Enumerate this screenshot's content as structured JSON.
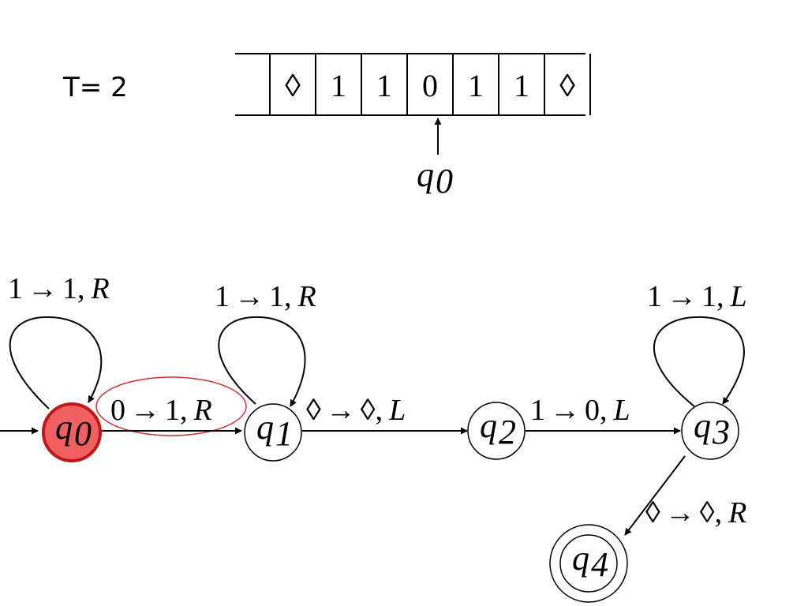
{
  "time_label": "T= 2",
  "colors": {
    "time_label": "#1a8c1a",
    "active_state_fill": "#f06060",
    "active_state_stroke": "#c01818",
    "highlight_ellipse": "#cc3030",
    "ink": "#000000"
  },
  "tape": {
    "cells": [
      "",
      "◊",
      "1",
      "1",
      "0",
      "1",
      "1",
      "◊"
    ],
    "head_index": 4,
    "head_state": {
      "letter": "q",
      "index": "0"
    }
  },
  "states": [
    {
      "id": "q0",
      "letter": "q",
      "index": "0",
      "active": true,
      "accepting": false
    },
    {
      "id": "q1",
      "letter": "q",
      "index": "1",
      "active": false,
      "accepting": false
    },
    {
      "id": "q2",
      "letter": "q",
      "index": "2",
      "active": false,
      "accepting": false
    },
    {
      "id": "q3",
      "letter": "q",
      "index": "3",
      "active": false,
      "accepting": false
    },
    {
      "id": "q4",
      "letter": "q",
      "index": "4",
      "active": false,
      "accepting": true
    }
  ],
  "transitions": [
    {
      "from": "q0",
      "to": "q0",
      "read": "1",
      "write": "1",
      "move": "R"
    },
    {
      "from": "q1",
      "to": "q1",
      "read": "1",
      "write": "1",
      "move": "R"
    },
    {
      "from": "q3",
      "to": "q3",
      "read": "1",
      "write": "1",
      "move": "L"
    },
    {
      "from": "q0",
      "to": "q1",
      "read": "0",
      "write": "1",
      "move": "R",
      "highlighted": true
    },
    {
      "from": "q1",
      "to": "q2",
      "read": "◊",
      "write": "◊",
      "move": "L"
    },
    {
      "from": "q2",
      "to": "q3",
      "read": "1",
      "write": "0",
      "move": "L"
    },
    {
      "from": "q3",
      "to": "q4",
      "read": "◊",
      "write": "◊",
      "move": "R"
    }
  ],
  "arrow_symbol": "→",
  "label_separator": ","
}
